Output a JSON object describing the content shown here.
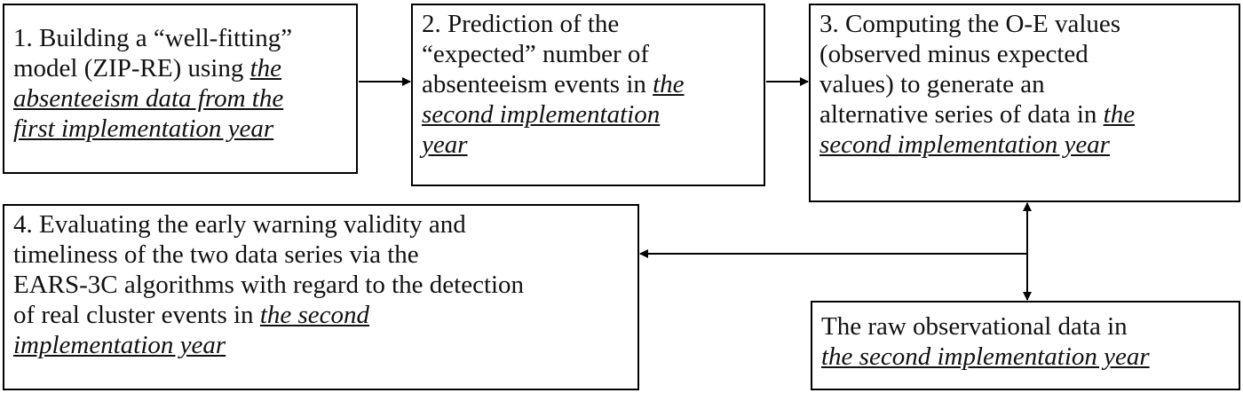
{
  "boxes": {
    "step1": {
      "plain": "1. Building a “well-fitting”\nmodel (ZIP-RE) using ",
      "emph": "the\nabsenteeism data from the\nfirst implementation year"
    },
    "step2": {
      "plain": "2. Prediction of the\n“expected” number of\nabsenteeism events in ",
      "emph": "the\nsecond implementation\nyear"
    },
    "step3": {
      "plain": "3. Computing the O-E values\n(observed minus expected\nvalues) to generate an\nalternative series of data in ",
      "emph": "the\nsecond implementation year"
    },
    "step4": {
      "plain": "4. Evaluating the early warning validity and\ntimeliness of the two data series via the\nEARS-3C algorithms with regard to the detection\nof real cluster events in ",
      "emph": "the second\nimplementation year"
    },
    "raw": {
      "plain": "The raw observational data in\n",
      "emph": "the second implementation year"
    }
  },
  "colors": {
    "line": "#000000",
    "text": "#111111",
    "background": "#ffffff"
  }
}
